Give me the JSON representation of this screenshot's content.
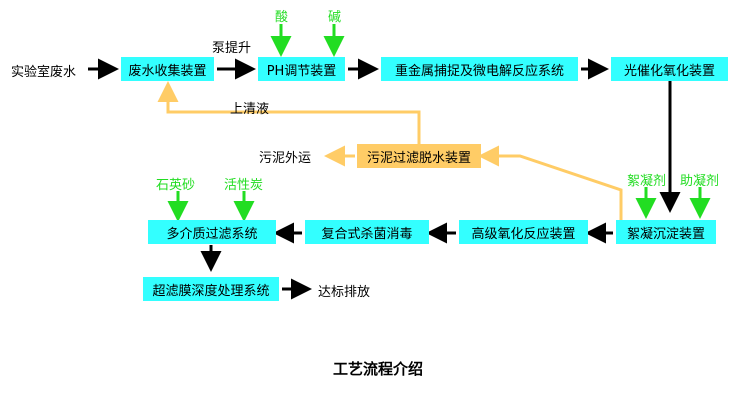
{
  "diagram": {
    "source_label": "实验室废水",
    "pump_label": "泵提升",
    "supernatant_label": "上清液",
    "sludge_out_label": "污泥外运",
    "discharge_label": "达标排放",
    "reagents": {
      "acid": "酸",
      "alkali": "碱",
      "flocculant": "絮凝剂",
      "coagulant_aid": "助凝剂",
      "quartz_sand": "石英砂",
      "activated_carbon": "活性炭"
    },
    "nodes": {
      "collection": "废水收集装置",
      "ph_adjust": "PH调节装置",
      "heavy_metal": "重金属捕捉及微电解反应系统",
      "photocatalytic": "光催化氧化装置",
      "sludge_dewater": "污泥过滤脱水装置",
      "flocculation": "絮凝沉淀装置",
      "advanced_oxidation": "高级氧化反应装置",
      "sterilization": "复合式杀菌消毒",
      "multimedia_filter": "多介质过滤系统",
      "ultrafiltration": "超滤膜深度处理系统"
    },
    "caption": "工艺流程介绍",
    "colors": {
      "node_fill": "#33ffff",
      "sludge_fill": "#ffcc66",
      "reagent_text": "#22dd22",
      "return_line": "#ffcc66",
      "flow_line": "#000000"
    }
  }
}
